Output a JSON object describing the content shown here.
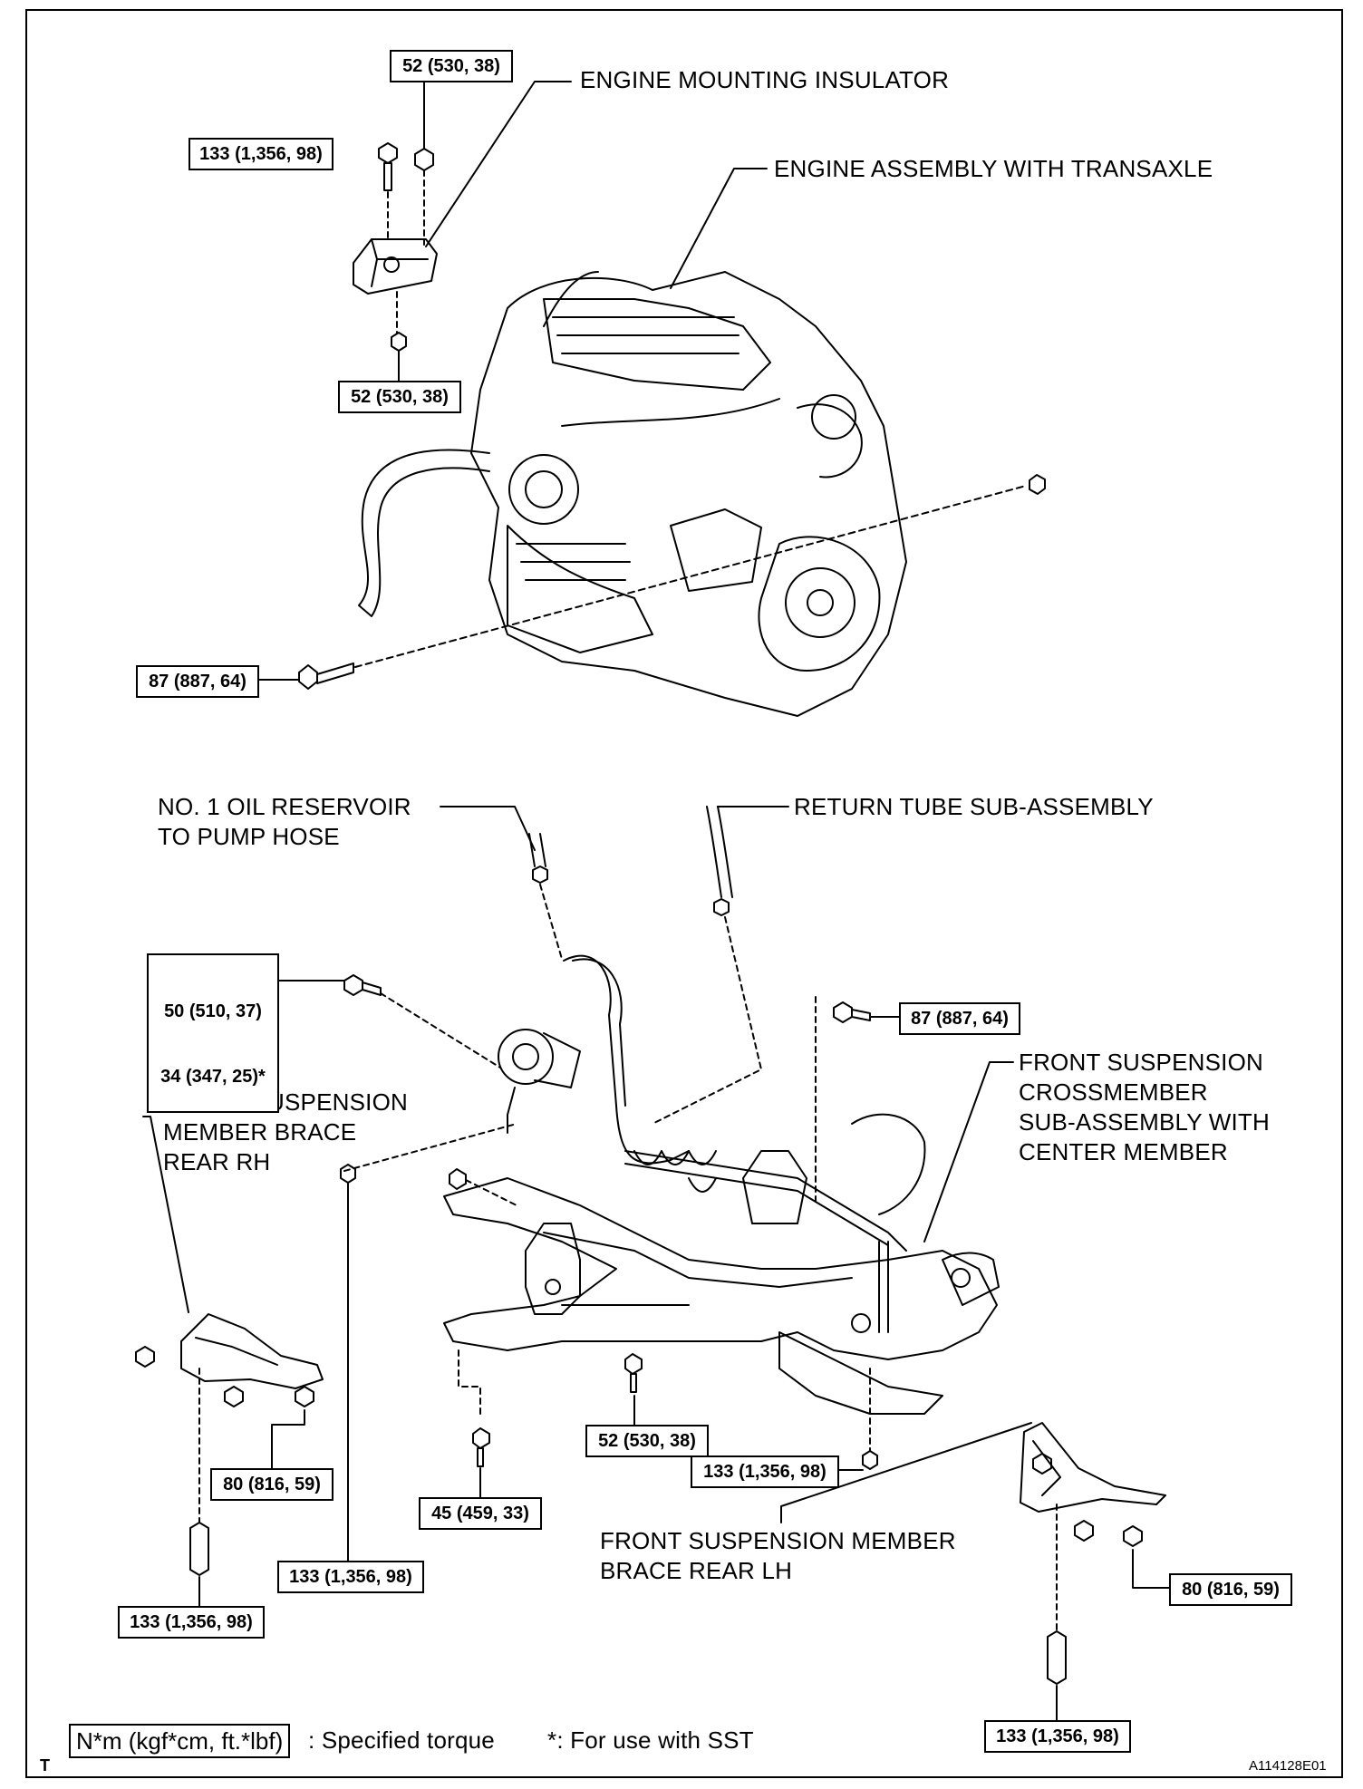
{
  "labels": {
    "engine_mounting_insulator": "ENGINE MOUNTING INSULATOR",
    "engine_assembly": "ENGINE ASSEMBLY WITH TRANSAXLE",
    "oil_reservoir_hose_line1": "NO. 1 OIL RESERVOIR",
    "oil_reservoir_hose_line2": "TO PUMP HOSE",
    "return_tube": "RETURN TUBE SUB-ASSEMBLY",
    "crossmember_line1": "FRONT SUSPENSION",
    "crossmember_line2": "CROSSMEMBER",
    "crossmember_line3": "SUB-ASSEMBLY WITH",
    "crossmember_line4": "CENTER MEMBER",
    "brace_rh_line1": "FRONT SUSPENSION",
    "brace_rh_line2": "MEMBER BRACE",
    "brace_rh_line3": "REAR RH",
    "brace_lh_line1": "FRONT SUSPENSION MEMBER",
    "brace_lh_line2": "BRACE REAR LH"
  },
  "torques": {
    "insulator_nut_top": "52 (530, 38)",
    "insulator_bolt": "133 (1,356, 98)",
    "insulator_nut_bottom": "52 (530, 38)",
    "engine_through_bolt": "87 (887, 64)",
    "gearbox_bolt_line1": "50 (510, 37)",
    "gearbox_bolt_line2": "34 (347, 25)*",
    "crossmember_bolt_right": "87 (887, 64)",
    "brace_rh_small_bolt": "80 (816, 59)",
    "brace_rh_long_bolt": "133 (1,356, 98)",
    "crossmember_nut_left": "133 (1,356, 98)",
    "center_member_bolt": "52 (530, 38)",
    "center_member_lower_bolt": "45 (459, 33)",
    "crossmember_nut_right": "133 (1,356, 98)",
    "brace_lh_small_bolt": "80 (816, 59)",
    "brace_lh_long_bolt": "133 (1,356, 98)"
  },
  "legend": {
    "unit_box": "N*m (kgf*cm, ft.*lbf)",
    "unit_text": ": Specified torque",
    "sst_note": "*: For use with SST"
  },
  "corner_mark": "T",
  "figure_id": "A114128E01"
}
